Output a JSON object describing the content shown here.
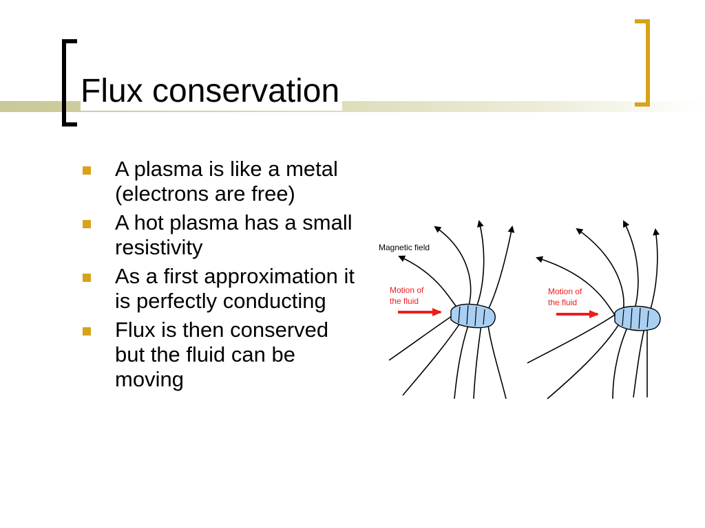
{
  "slide": {
    "title": "Flux conservation",
    "bullets": [
      "A plasma is like a metal (electrons are free)",
      "A hot plasma has a small resistivity",
      "As a first approximation it is perfectly conducting",
      "Flux is then conserved but the fluid can be moving"
    ]
  },
  "diagram": {
    "field_label": "Magnetic field",
    "left_motion_label": [
      "Motion of",
      "the fluid"
    ],
    "right_motion_label": [
      "Motion of",
      "the fluid"
    ]
  },
  "colors": {
    "accent": "#d8a21a",
    "blob_fill": "#a9cff2",
    "arrow_red": "#ee1c1c",
    "title_band": "#c9c897"
  }
}
